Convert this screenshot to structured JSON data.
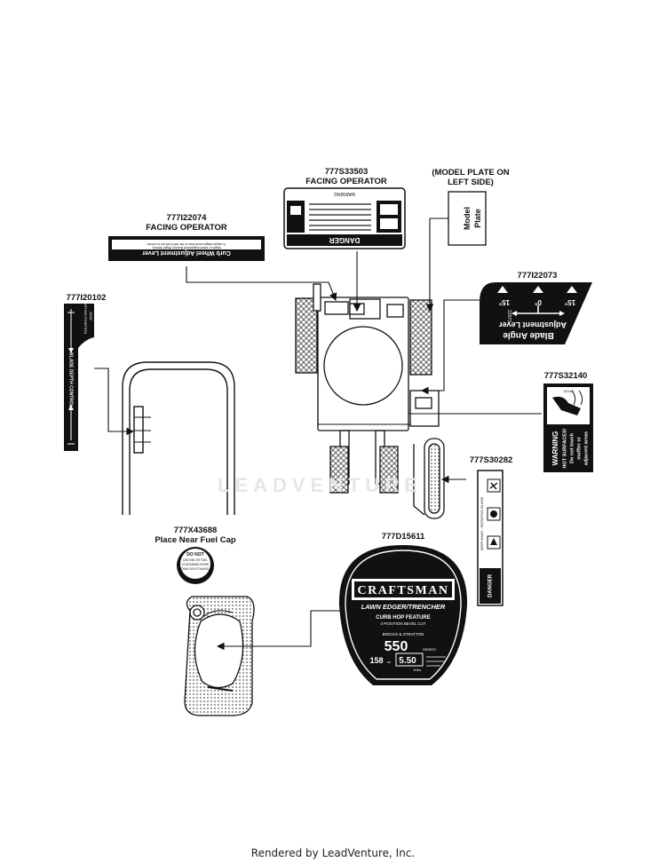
{
  "parts": {
    "p1": {
      "number": "777I22074",
      "note": "FACING OPERATOR"
    },
    "p2": {
      "number": "777S33503",
      "note": "FACING OPERATOR"
    },
    "p3": {
      "note_line1": "(MODEL PLATE ON",
      "note_line2": "LEFT SIDE)"
    },
    "p4": {
      "number": "777I22073"
    },
    "p5": {
      "number": "777I20102"
    },
    "p6": {
      "number": "777S32140"
    },
    "p7": {
      "number": "777S30282"
    },
    "p8": {
      "number": "777X43688",
      "note": "Place Near Fuel Cap"
    },
    "p9": {
      "number": "777D15611"
    }
  },
  "decals": {
    "curb_wheel": {
      "title": "Curb Wheel Adjustment Lever",
      "text1": "To adjust height move lever to the left to set pin to correct",
      "text2": "height or wheel Adjustment Bracket (Right Wheel)."
    },
    "danger_top": {
      "header": "DANGER",
      "warning": "WARNING"
    },
    "model_plate": {
      "line1": "Model",
      "line2": "Plate"
    },
    "blade_angle": {
      "line1": "Blade Angle",
      "line2": "Adjustment Lever",
      "angle_left": "15°",
      "angle_center": "0°",
      "angle_right": "15°",
      "code": "22073"
    },
    "depth_control": {
      "label": "BLADE DEPTH CONTROL",
      "top": "STARTING POSITION",
      "code": "20102"
    },
    "hot_warning": {
      "header": "WARNING",
      "line1": "HOT SURFACES!",
      "line2": "Do not touch",
      "line3": "muffler or",
      "line4": "adjacent areas",
      "code": "32140"
    },
    "danger_strip": {
      "header": "DANGER",
      "text": "KEEP AWAY - ROTATING BLADE"
    },
    "fuel_cap": {
      "line1": "DO NOT",
      "line2": "USE E85 OR FUEL",
      "line3": "CONTAINING MORE",
      "line4": "THAN 10% ETHANOL"
    },
    "craftsman": {
      "brand": "CRAFTSMAN",
      "product": "LAWN EDGER/TRENCHER",
      "feature1": "CURB HOP FEATURE",
      "feature2": "3 POSITION BEVEL CUT",
      "engine_brand": "BRIGGS & STRATTON",
      "series": "550",
      "series_sub": "SERIES",
      "cc": "158",
      "cc_unit": "cc",
      "torque": "5.50",
      "torque_unit": "ft-lbs"
    }
  },
  "watermark": "LEADVENTURE",
  "footer": "Rendered by LeadVenture, Inc."
}
